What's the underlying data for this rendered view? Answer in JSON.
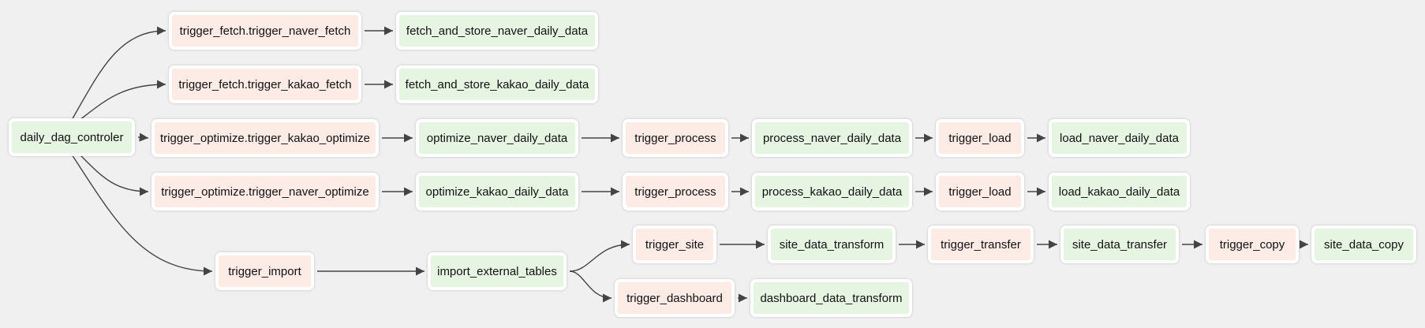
{
  "colors": {
    "background": "#f0f0f0",
    "trigger_node": "#fdece6",
    "task_node": "#e6f4e2",
    "edge": "#444444"
  },
  "nodes": {
    "daily_dag_controler": {
      "label": "daily_dag_controler",
      "kind": "task"
    },
    "trigger_naver_fetch": {
      "label": "trigger_fetch.trigger_naver_fetch",
      "kind": "trigger"
    },
    "fetch_naver": {
      "label": "fetch_and_store_naver_daily_data",
      "kind": "task"
    },
    "trigger_kakao_fetch": {
      "label": "trigger_fetch.trigger_kakao_fetch",
      "kind": "trigger"
    },
    "fetch_kakao": {
      "label": "fetch_and_store_kakao_daily_data",
      "kind": "task"
    },
    "trigger_kakao_optimize": {
      "label": "trigger_optimize.trigger_kakao_optimize",
      "kind": "trigger"
    },
    "optimize_naver": {
      "label": "optimize_naver_daily_data",
      "kind": "task"
    },
    "trigger_process_1": {
      "label": "trigger_process",
      "kind": "trigger"
    },
    "process_naver": {
      "label": "process_naver_daily_data",
      "kind": "task"
    },
    "trigger_load_1": {
      "label": "trigger_load",
      "kind": "trigger"
    },
    "load_naver": {
      "label": "load_naver_daily_data",
      "kind": "task"
    },
    "trigger_naver_optimize": {
      "label": "trigger_optimize.trigger_naver_optimize",
      "kind": "trigger"
    },
    "optimize_kakao": {
      "label": "optimize_kakao_daily_data",
      "kind": "task"
    },
    "trigger_process_2": {
      "label": "trigger_process",
      "kind": "trigger"
    },
    "process_kakao": {
      "label": "process_kakao_daily_data",
      "kind": "task"
    },
    "trigger_load_2": {
      "label": "trigger_load",
      "kind": "trigger"
    },
    "load_kakao": {
      "label": "load_kakao_daily_data",
      "kind": "task"
    },
    "trigger_import": {
      "label": "trigger_import",
      "kind": "trigger"
    },
    "import_external_tables": {
      "label": "import_external_tables",
      "kind": "task"
    },
    "trigger_site": {
      "label": "trigger_site",
      "kind": "trigger"
    },
    "site_data_transform": {
      "label": "site_data_transform",
      "kind": "task"
    },
    "trigger_transfer": {
      "label": "trigger_transfer",
      "kind": "trigger"
    },
    "site_data_transfer": {
      "label": "site_data_transfer",
      "kind": "task"
    },
    "trigger_copy": {
      "label": "trigger_copy",
      "kind": "trigger"
    },
    "site_data_copy": {
      "label": "site_data_copy",
      "kind": "task"
    },
    "trigger_dashboard": {
      "label": "trigger_dashboard",
      "kind": "trigger"
    },
    "dashboard_data_transform": {
      "label": "dashboard_data_transform",
      "kind": "task"
    }
  },
  "edges": [
    [
      "daily_dag_controler",
      "trigger_naver_fetch"
    ],
    [
      "daily_dag_controler",
      "trigger_kakao_fetch"
    ],
    [
      "daily_dag_controler",
      "trigger_kakao_optimize"
    ],
    [
      "daily_dag_controler",
      "trigger_naver_optimize"
    ],
    [
      "daily_dag_controler",
      "trigger_import"
    ],
    [
      "trigger_naver_fetch",
      "fetch_naver"
    ],
    [
      "trigger_kakao_fetch",
      "fetch_kakao"
    ],
    [
      "trigger_kakao_optimize",
      "optimize_naver"
    ],
    [
      "optimize_naver",
      "trigger_process_1"
    ],
    [
      "trigger_process_1",
      "process_naver"
    ],
    [
      "process_naver",
      "trigger_load_1"
    ],
    [
      "trigger_load_1",
      "load_naver"
    ],
    [
      "trigger_naver_optimize",
      "optimize_kakao"
    ],
    [
      "optimize_kakao",
      "trigger_process_2"
    ],
    [
      "trigger_process_2",
      "process_kakao"
    ],
    [
      "process_kakao",
      "trigger_load_2"
    ],
    [
      "trigger_load_2",
      "load_kakao"
    ],
    [
      "trigger_import",
      "import_external_tables"
    ],
    [
      "import_external_tables",
      "trigger_site"
    ],
    [
      "import_external_tables",
      "trigger_dashboard"
    ],
    [
      "trigger_site",
      "site_data_transform"
    ],
    [
      "site_data_transform",
      "trigger_transfer"
    ],
    [
      "trigger_transfer",
      "site_data_transfer"
    ],
    [
      "site_data_transfer",
      "trigger_copy"
    ],
    [
      "trigger_copy",
      "site_data_copy"
    ],
    [
      "trigger_dashboard",
      "dashboard_data_transform"
    ]
  ]
}
